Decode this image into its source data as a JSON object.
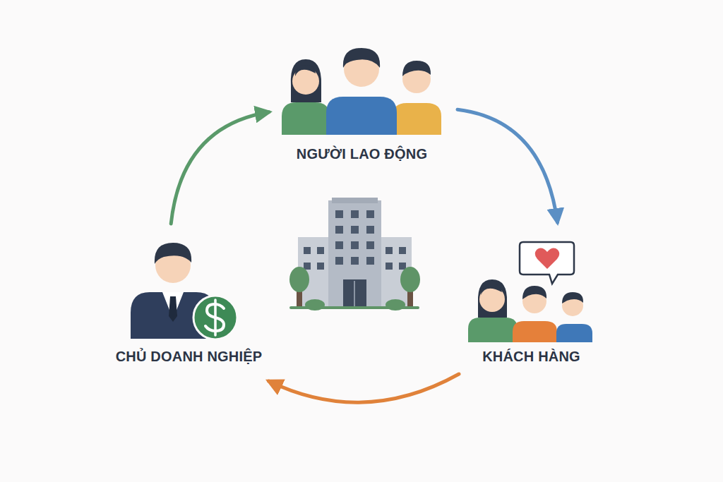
{
  "diagram": {
    "nodes": [
      {
        "text": [
          "NGƯỜI LAO ĐỘNG"
        ]
      },
      {
        "text": [
          "CHỦ DOANH NGHIỆP"
        ]
      },
      {
        "text": [
          "KHÁCH HÀNG"
        ]
      }
    ],
    "edges": [
      {
        "from": 1,
        "to": 0,
        "arrow": "to"
      },
      {
        "from": 0,
        "to": 2,
        "arrow": "to"
      },
      {
        "from": 2,
        "to": 1,
        "arrow": "to"
      }
    ]
  }
}
